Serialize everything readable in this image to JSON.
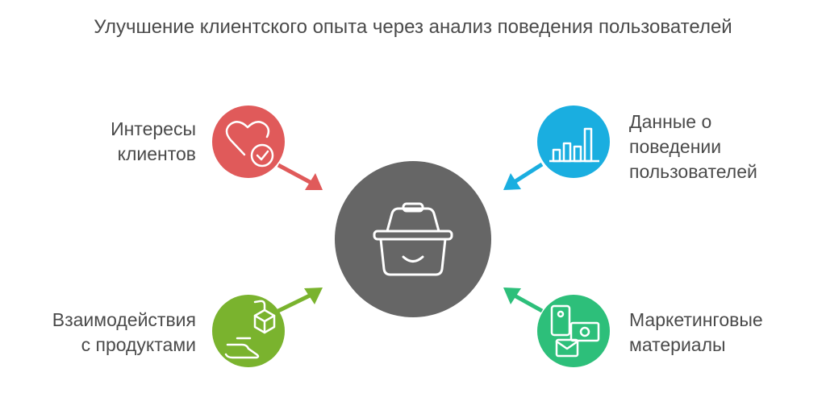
{
  "title": "Улучшение клиентского опыта через анализ поведения пользователей",
  "center": {
    "icon": "shopping-basket-smile-icon",
    "color": "#666666"
  },
  "nodes": [
    {
      "id": "interests",
      "lines": [
        "Интересы",
        "клиентов"
      ],
      "icon": "heart-check-icon",
      "color": "#e05a5a",
      "arrow_direction": "inward"
    },
    {
      "id": "behavior-data",
      "lines": [
        "Данные о",
        "поведении",
        "пользователей"
      ],
      "icon": "bar-chart-icon",
      "color": "#1aaee0",
      "arrow_direction": "inward"
    },
    {
      "id": "product-interactions",
      "lines": [
        "Взаимодействия",
        "с продуктами"
      ],
      "icon": "hand-box-icon",
      "color": "#7ab32e",
      "arrow_direction": "outward"
    },
    {
      "id": "marketing-materials",
      "lines": [
        "Маркетинговые",
        "материалы"
      ],
      "icon": "phone-envelope-icon",
      "color": "#2dbf7a",
      "arrow_direction": "outward"
    }
  ]
}
